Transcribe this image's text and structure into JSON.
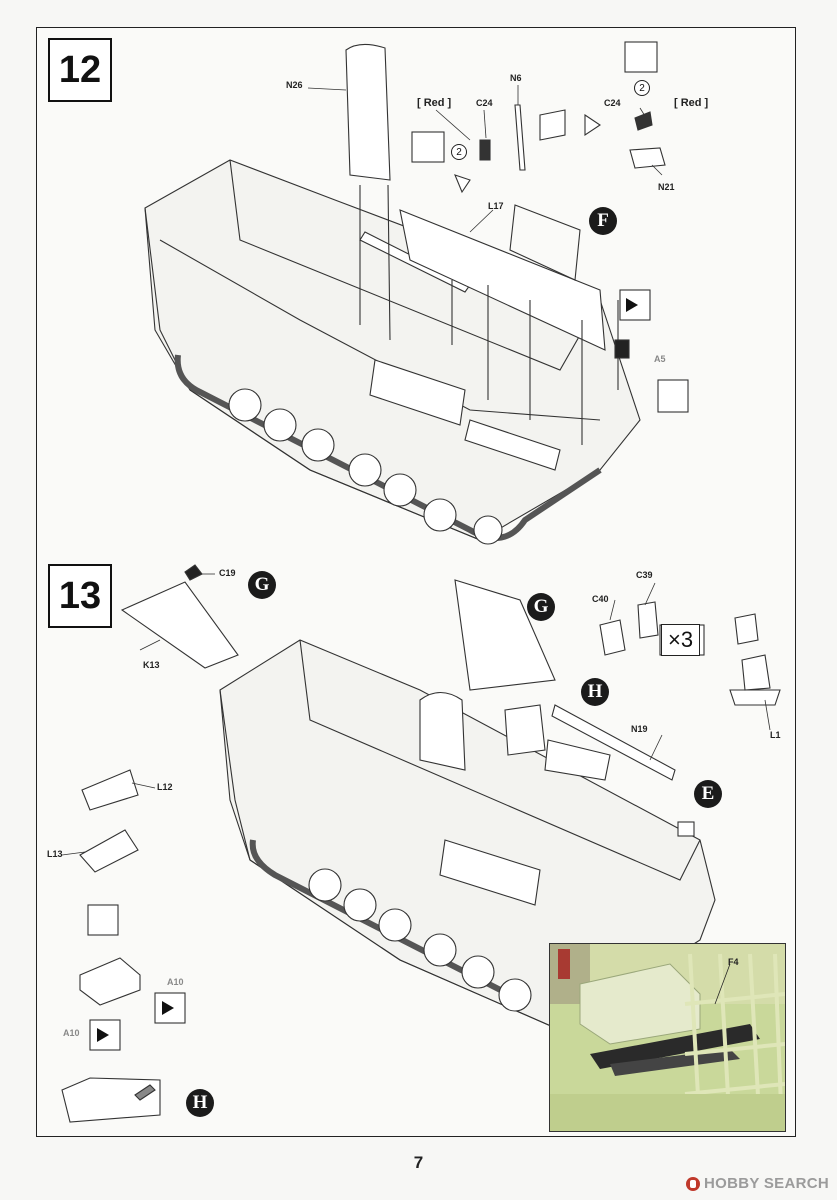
{
  "steps": {
    "step12": "12",
    "step13": "13"
  },
  "labels": {
    "n26": "N26",
    "red_left": "[ Red ]",
    "c24_left": "C24",
    "n6": "N6",
    "c24_right": "C24",
    "red_right": "[ Red ]",
    "n21": "N21",
    "l17": "L17",
    "a5": "A5",
    "c19": "C19",
    "k13": "K13",
    "c39": "C39",
    "c40": "C40",
    "l1": "L1",
    "n19": "N19",
    "l12": "L12",
    "l13": "L13",
    "a10_right": "A10",
    "a10_left": "A10",
    "f4": "F4",
    "two_left": "2",
    "two_right": "2",
    "times3": "×3"
  },
  "markers": {
    "f": "F",
    "g_top": "G",
    "g_mid": "G",
    "h_mid": "H",
    "e": "E",
    "h_bottom": "H"
  },
  "page": {
    "number": "7"
  },
  "watermark": {
    "text": "HOBBY SEARCH"
  },
  "colors": {
    "ink": "#1b1b1b",
    "photo_green": "#c9d89a",
    "watermark_red": "#c0392b"
  }
}
